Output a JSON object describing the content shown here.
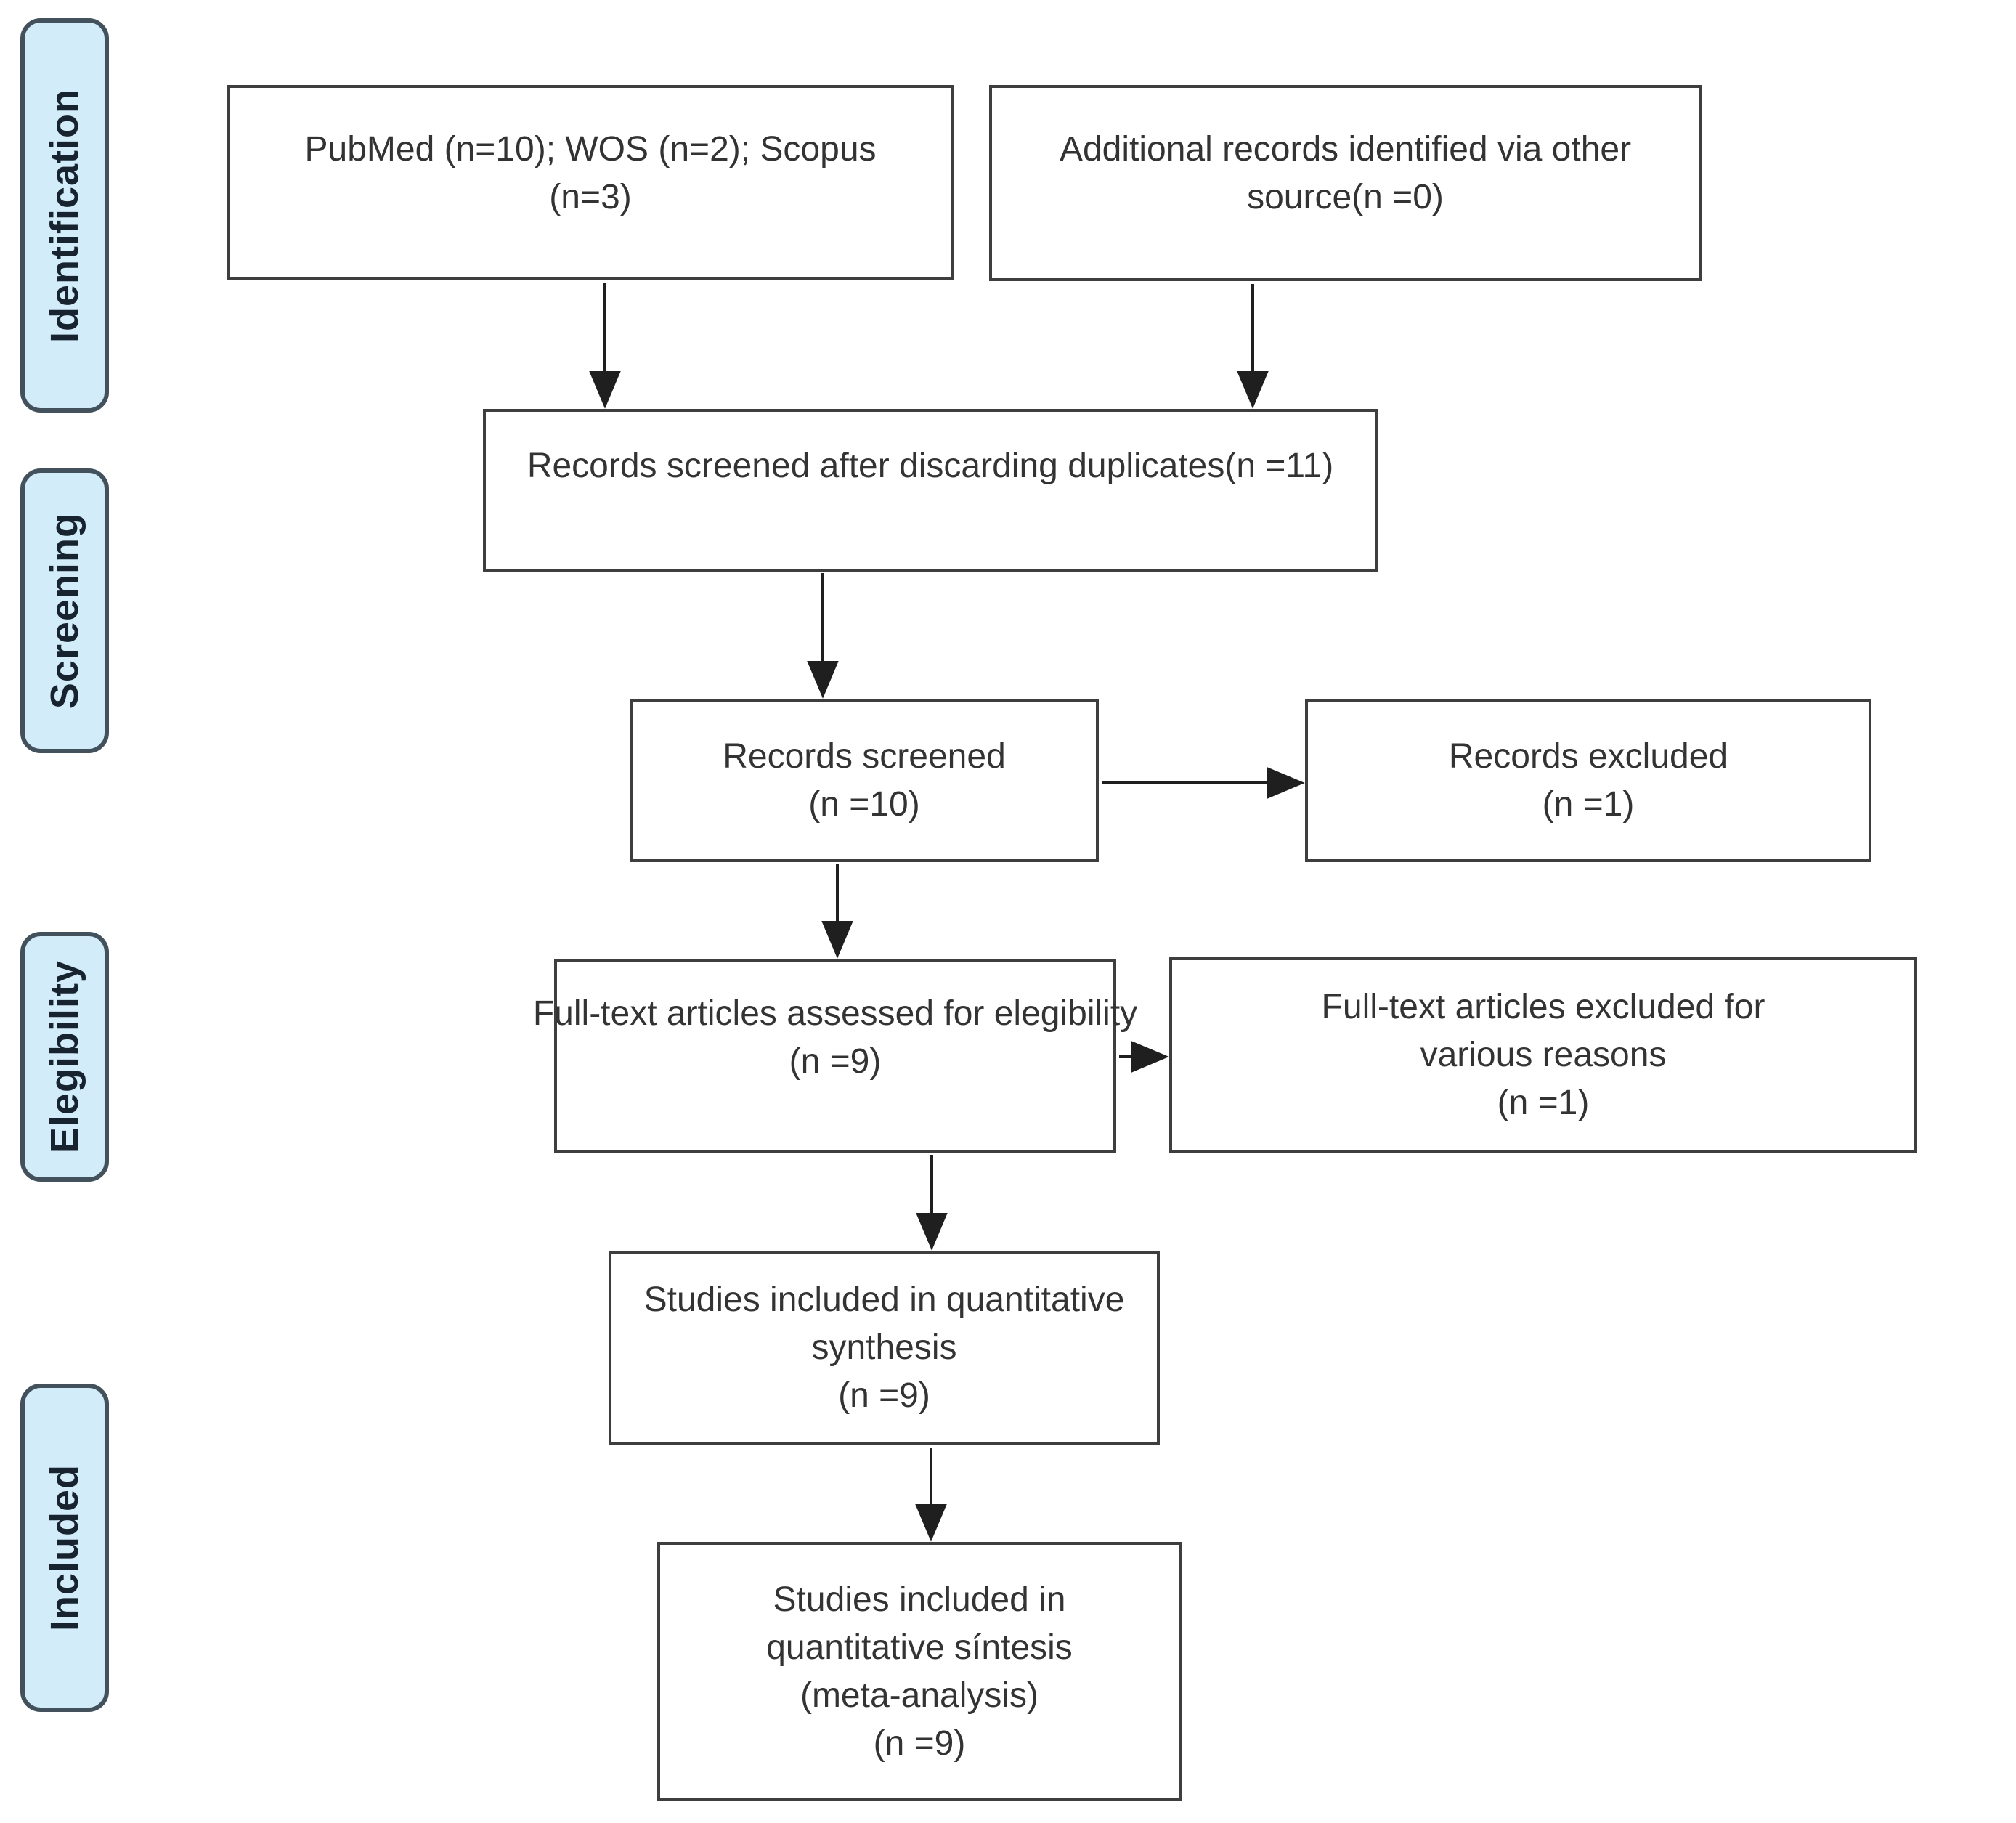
{
  "figure": {
    "type": "prisma-flow-diagram",
    "background": "#ffffff",
    "colors": {
      "node_fill": "#ffffff",
      "node_border": "#3e3e3e",
      "stage_fill": "#d3ecf9",
      "stage_border": "#42515c",
      "stage_text": "#17242f",
      "text": "#333333",
      "arrow": "#1f1f1f"
    }
  },
  "stages": [
    {
      "id": "identification",
      "label": "Identification"
    },
    {
      "id": "screening",
      "label": "Screening"
    },
    {
      "id": "elegibility",
      "label": "Elegibility"
    },
    {
      "id": "included",
      "label": "Included"
    }
  ],
  "nodes": [
    {
      "id": "sources",
      "lines": [
        "PubMed (n=10); WOS (n=2); Scopus",
        "(n=3)"
      ]
    },
    {
      "id": "additional",
      "lines": [
        "Additional records identified via other",
        "source(n =0)"
      ]
    },
    {
      "id": "deduplicated",
      "lines": [
        "Records screened after discarding duplicates(n =11)"
      ]
    },
    {
      "id": "screened",
      "lines": [
        "Records screened",
        "(n =10)"
      ]
    },
    {
      "id": "excluded",
      "lines": [
        "Records excluded",
        "(n =1)"
      ]
    },
    {
      "id": "fulltext",
      "lines": [
        "Full-text articles assessed for elegibility",
        "(n =9)"
      ]
    },
    {
      "id": "fulltext_excluded",
      "lines": [
        "Full-text articles excluded for",
        "various reasons",
        "(n =1)"
      ]
    },
    {
      "id": "quant_synthesis",
      "lines": [
        "Studies included in quantitative",
        "synthesis",
        "(n =9)"
      ]
    },
    {
      "id": "meta_analysis",
      "lines": [
        "Studies included in",
        "quantitative síntesis",
        "(meta-analysis)",
        "(n =9)"
      ]
    }
  ],
  "arrows": [
    {
      "id": "sources-to-deduplicated"
    },
    {
      "id": "additional-to-deduplicated"
    },
    {
      "id": "deduplicated-to-screened"
    },
    {
      "id": "screened-to-excluded"
    },
    {
      "id": "screened-to-fulltext"
    },
    {
      "id": "fulltext-to-fulltext-excluded"
    },
    {
      "id": "fulltext-to-quant-synthesis"
    },
    {
      "id": "quant-synthesis-to-meta-analysis"
    }
  ]
}
